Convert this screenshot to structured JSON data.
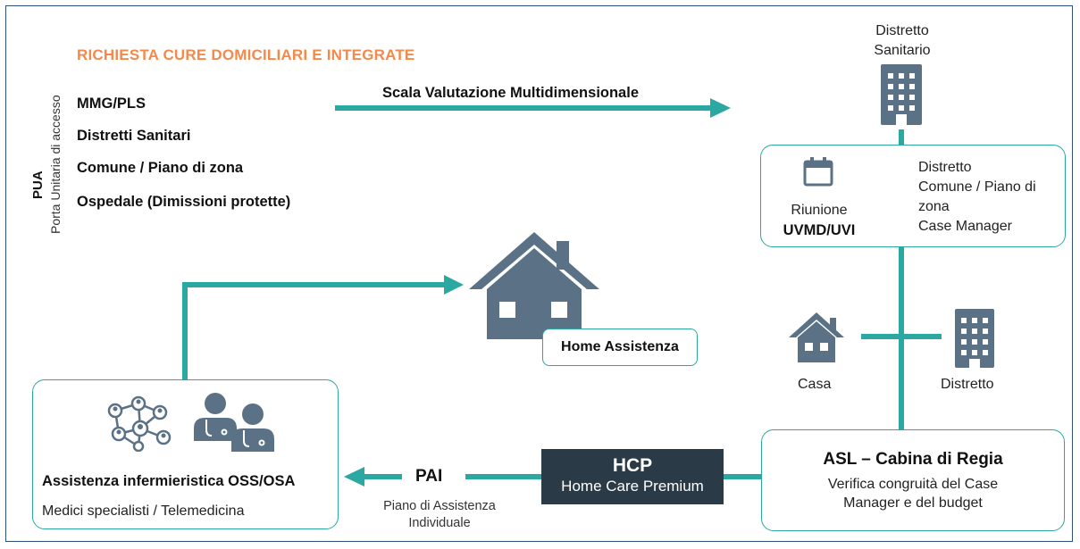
{
  "title": "RICHIESTA CURE DOMICILIARI E INTEGRATE",
  "pua": {
    "label": "PUA",
    "sublabel": "Porta Unitaria di accesso"
  },
  "sources": [
    "MMG/PLS",
    "Distretti Sanitari",
    "Comune / Piano di zona",
    "Ospedale (Dimissioni protette)"
  ],
  "scala_label": "Scala Valutazione Multidimensionale",
  "distretto_sanitario": {
    "line1": "Distretto",
    "line2": "Sanitario"
  },
  "riunione": {
    "line1": "Riunione",
    "line2": "UVMD/UVI"
  },
  "uvmd_members": [
    "Distretto",
    "Comune / Piano di",
    "zona",
    "Case Manager"
  ],
  "casa_label": "Casa",
  "distretto_label": "Distretto",
  "home_assistenza": "Home Assistenza",
  "asl": {
    "title": "ASL – Cabina di Regia",
    "line1": "Verifica congruità del Case",
    "line2": "Manager e del budget"
  },
  "hcp": {
    "title": "HCP",
    "subtitle": "Home Care Premium"
  },
  "pai": {
    "title": "PAI",
    "line1": "Piano di Assistenza",
    "line2": "Individuale"
  },
  "assistenza": {
    "title": "Assistenza infermieristica OSS/OSA",
    "subtitle": "Medici specialisti / Telemedicina"
  },
  "colors": {
    "accent": "#2aa8a1",
    "orange": "#f3894a",
    "icon": "#5a7186",
    "dark": "#2b3a47"
  }
}
